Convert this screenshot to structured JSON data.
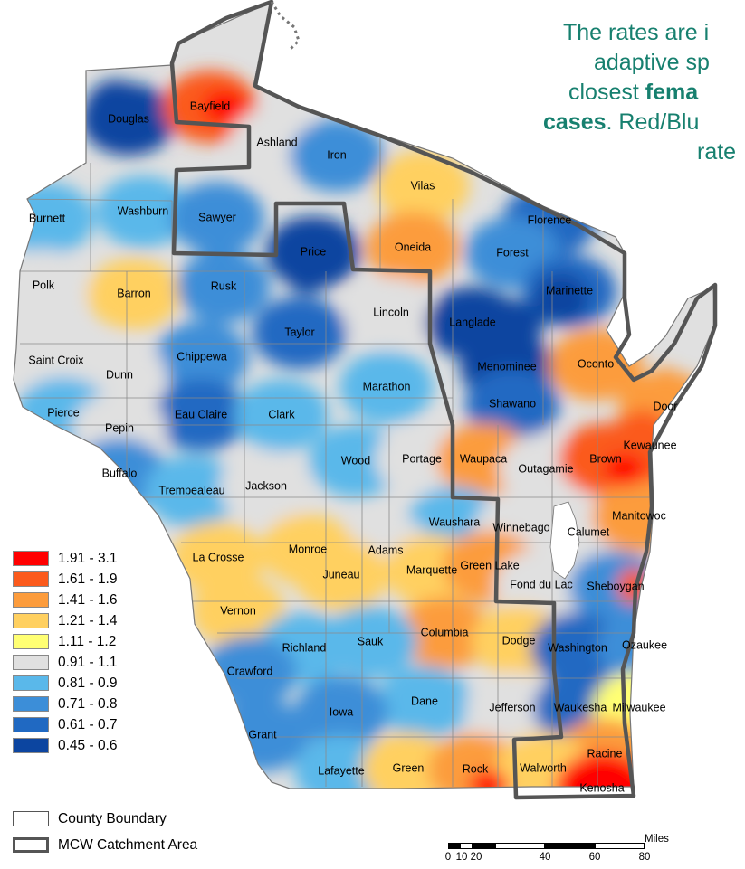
{
  "caption": {
    "line1": "The rates are i",
    "line2": "adaptive sp",
    "line3_pre": "closest ",
    "line3_bold": "fema",
    "line4_bold": "cases",
    "line4_post": ". Red/Blu",
    "line5": "rate"
  },
  "legend": {
    "classes": [
      {
        "label": "1.91 - 3.1",
        "color": "#ff0000"
      },
      {
        "label": "1.61 - 1.9",
        "color": "#fb5a1c"
      },
      {
        "label": "1.41 - 1.6",
        "color": "#fc9c3c"
      },
      {
        "label": "1.21 - 1.4",
        "color": "#ffd060"
      },
      {
        "label": "1.11 - 1.2",
        "color": "#ffff73"
      },
      {
        "label": "0.91 - 1.1",
        "color": "#e0e0e0"
      },
      {
        "label": "0.81 - 0.9",
        "color": "#5ab8ea"
      },
      {
        "label": "0.71 - 0.8",
        "color": "#3c8ed8"
      },
      {
        "label": "0.61 - 0.7",
        "color": "#2069c2"
      },
      {
        "label": "0.45 - 0.6",
        "color": "#0c45a0"
      }
    ],
    "county_boundary": "County Boundary",
    "catchment": "MCW Catchment Area"
  },
  "scale_bar": {
    "unit": "Miles",
    "ticks": [
      "0",
      "10",
      "20",
      "40",
      "60",
      "80"
    ]
  },
  "counties": [
    {
      "name": "Douglas",
      "class": 9
    },
    {
      "name": "Bayfield",
      "class": 1
    },
    {
      "name": "Ashland",
      "class": 5
    },
    {
      "name": "Iron",
      "class": 7
    },
    {
      "name": "Vilas",
      "class": 3
    },
    {
      "name": "Florence",
      "class": 8
    },
    {
      "name": "Burnett",
      "class": 6
    },
    {
      "name": "Washburn",
      "class": 6
    },
    {
      "name": "Sawyer",
      "class": 7
    },
    {
      "name": "Price",
      "class": 9
    },
    {
      "name": "Oneida",
      "class": 2
    },
    {
      "name": "Forest",
      "class": 7
    },
    {
      "name": "Marinette",
      "class": 8
    },
    {
      "name": "Polk",
      "class": 5
    },
    {
      "name": "Barron",
      "class": 3
    },
    {
      "name": "Rusk",
      "class": 7
    },
    {
      "name": "Lincoln",
      "class": 5
    },
    {
      "name": "Langlade",
      "class": 9
    },
    {
      "name": "Taylor",
      "class": 8
    },
    {
      "name": "Saint Croix",
      "class": 5
    },
    {
      "name": "Chippewa",
      "class": 7
    },
    {
      "name": "Dunn",
      "class": 5
    },
    {
      "name": "Menominee",
      "class": 9
    },
    {
      "name": "Oconto",
      "class": 2
    },
    {
      "name": "Marathon",
      "class": 6
    },
    {
      "name": "Pierce",
      "class": 6
    },
    {
      "name": "Eau Claire",
      "class": 8
    },
    {
      "name": "Clark",
      "class": 6
    },
    {
      "name": "Pepin",
      "class": 5
    },
    {
      "name": "Shawano",
      "class": 8
    },
    {
      "name": "Door",
      "class": 2
    },
    {
      "name": "Kewaunee",
      "class": 1
    },
    {
      "name": "Buffalo",
      "class": 7
    },
    {
      "name": "Wood",
      "class": 6
    },
    {
      "name": "Portage",
      "class": 5
    },
    {
      "name": "Waupaca",
      "class": 2
    },
    {
      "name": "Outagamie",
      "class": 5
    },
    {
      "name": "Brown",
      "class": 1
    },
    {
      "name": "Trempealeau",
      "class": 6
    },
    {
      "name": "Jackson",
      "class": 5
    },
    {
      "name": "Waushara",
      "class": 6
    },
    {
      "name": "Winnebago",
      "class": 5
    },
    {
      "name": "Calumet",
      "class": 5
    },
    {
      "name": "Manitowoc",
      "class": 2
    },
    {
      "name": "Adams",
      "class": 5
    },
    {
      "name": "La Crosse",
      "class": 3
    },
    {
      "name": "Monroe",
      "class": 3
    },
    {
      "name": "Marquette",
      "class": 3
    },
    {
      "name": "Green Lake",
      "class": 2
    },
    {
      "name": "Fond du Lac",
      "class": 5
    },
    {
      "name": "Sheboygan",
      "class": 7
    },
    {
      "name": "Juneau",
      "class": 3
    },
    {
      "name": "Vernon",
      "class": 3
    },
    {
      "name": "Columbia",
      "class": 2
    },
    {
      "name": "Dodge",
      "class": 3
    },
    {
      "name": "Washington",
      "class": 8
    },
    {
      "name": "Ozaukee",
      "class": 7
    },
    {
      "name": "Richland",
      "class": 6
    },
    {
      "name": "Sauk",
      "class": 6
    },
    {
      "name": "Crawford",
      "class": 7
    },
    {
      "name": "Dane",
      "class": 6
    },
    {
      "name": "Jefferson",
      "class": 5
    },
    {
      "name": "Waukesha",
      "class": 8
    },
    {
      "name": "Milwaukee",
      "class": 4
    },
    {
      "name": "Iowa",
      "class": 7
    },
    {
      "name": "Grant",
      "class": 7
    },
    {
      "name": "Racine",
      "class": 2
    },
    {
      "name": "Lafayette",
      "class": 6
    },
    {
      "name": "Green",
      "class": 3
    },
    {
      "name": "Rock",
      "class": 2
    },
    {
      "name": "Walworth",
      "class": 3
    },
    {
      "name": "Kenosha",
      "class": 0
    }
  ]
}
